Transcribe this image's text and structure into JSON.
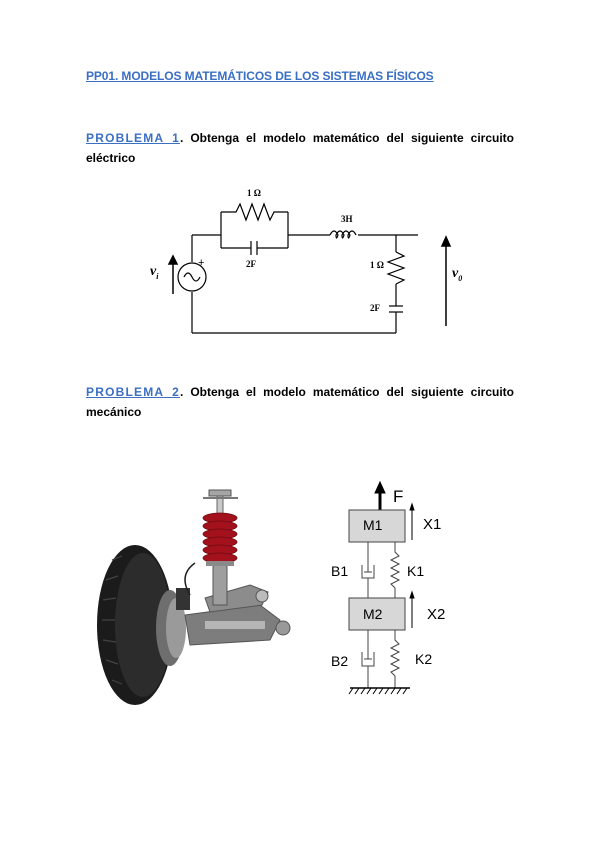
{
  "document": {
    "title": "PP01. MODELOS MATEMÁTICOS DE LOS SISTEMAS FÍSICOS"
  },
  "problems": [
    {
      "label": "PROBLEMA 1",
      "text": ". Obtenga el modelo matemático del siguiente circuito eléctrico"
    },
    {
      "label": "PROBLEMA 2",
      "text": ". Obtenga el modelo matemático del siguiente circuito mecánico"
    }
  ],
  "circuit": {
    "r1_label": "1 Ω",
    "c1_label": "2F",
    "l_label": "3H",
    "r2_label": "1 Ω",
    "c2_label": "2F",
    "vi_label": "v",
    "vi_sub": "i",
    "vo_label": "v",
    "vo_sub": "0",
    "source_sign": "+"
  },
  "mechanical": {
    "force_label": "F",
    "m1_label": "M1",
    "m2_label": "M2",
    "x1_label": "X1",
    "x2_label": "X2",
    "b1_label": "B1",
    "b2_label": "B2",
    "k1_label": "K1",
    "k2_label": "K2"
  },
  "colors": {
    "link_blue": "#3a6fc4",
    "spring_red": "#a3121c",
    "tire_dark": "#1b1b1b",
    "metal_gray": "#8c8c8c",
    "mass_fill": "#d7d7d7"
  }
}
